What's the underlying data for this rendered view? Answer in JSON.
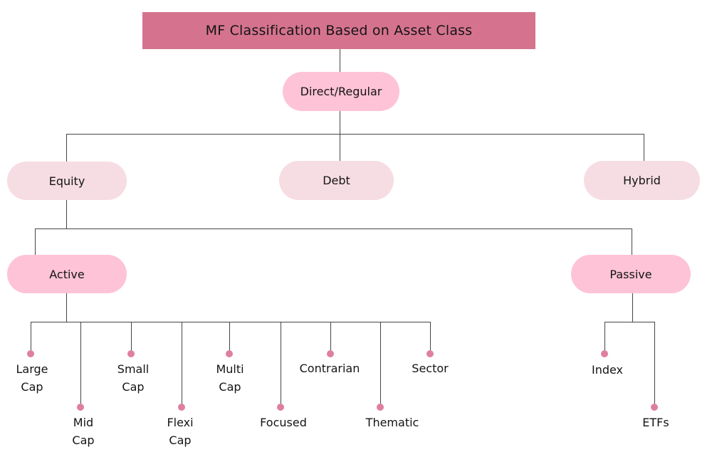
{
  "title": "MF Classification Based on Asset Class",
  "nodes": {
    "root": "Direct/Regular",
    "equity": "Equity",
    "debt": "Debt",
    "hybrid": "Hybrid",
    "active": "Active",
    "passive": "Passive"
  },
  "leaves": {
    "large_cap": "Large\nCap",
    "mid_cap": "Mid\nCap",
    "small_cap": "Small\nCap",
    "flexi_cap": "Flexi\nCap",
    "multi_cap": "Multi\nCap",
    "focused": "Focused",
    "contrarian": "Contrarian",
    "thematic": "Thematic",
    "sector": "Sector",
    "index": "Index",
    "etfs": "ETFs"
  },
  "colors": {
    "banner": "#d5738f",
    "pill_bright": "#fec3d6",
    "pill_muted": "#f6dde3",
    "dot": "#df7f9e",
    "line": "#454545",
    "text": "#141414"
  }
}
